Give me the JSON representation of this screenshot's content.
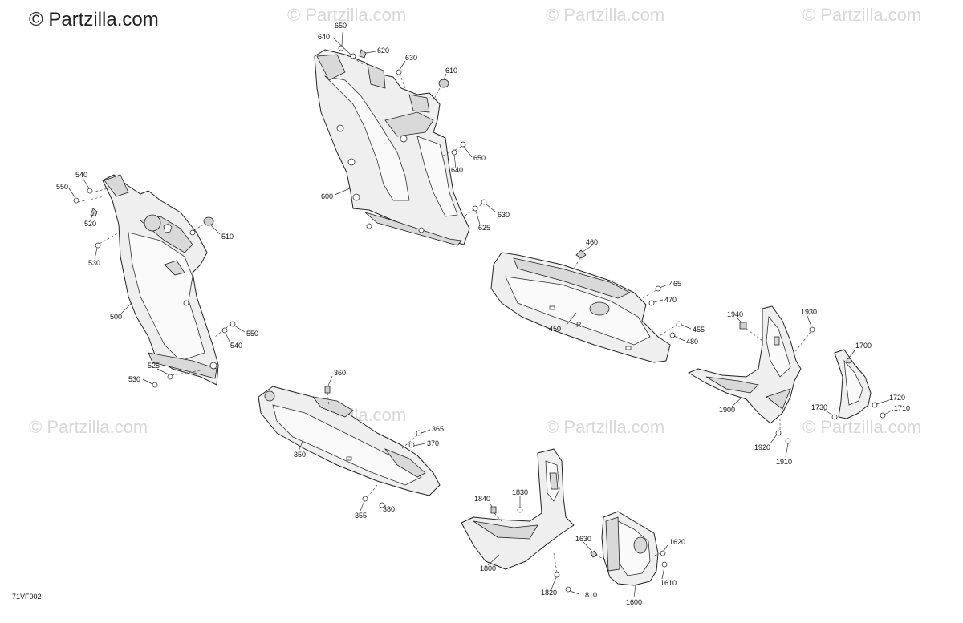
{
  "watermark": {
    "main": "© Partzilla.com",
    "faint": "© Partzilla.com"
  },
  "figure_code": "71VF002",
  "callouts": {
    "c650a": "650",
    "c640a": "640",
    "c620": "620",
    "c630a": "630",
    "c610": "610",
    "c650b": "650",
    "c640b": "640",
    "c600": "600",
    "c630b": "630",
    "c625": "625",
    "c540a": "540",
    "c550a": "550",
    "c520": "520",
    "c510": "510",
    "c530a": "530",
    "c500": "500",
    "c550b": "550",
    "c540b": "540",
    "c525": "525",
    "c530b": "530",
    "c460": "460",
    "c465": "465",
    "c470": "470",
    "c450": "450",
    "c455": "455",
    "c480": "480",
    "c1940": "1940",
    "c1930": "1930",
    "c1700": "1700",
    "c1900": "1900",
    "c1730": "1730",
    "c1720": "1720",
    "c1710": "1710",
    "c1920": "1920",
    "c1910": "1910",
    "c360": "360",
    "c365": "365",
    "c370": "370",
    "c350": "350",
    "c355": "355",
    "c380": "380",
    "c1840": "1840",
    "c1830": "1830",
    "c1800": "1800",
    "c1820": "1820",
    "c1810": "1810",
    "c1630": "1630",
    "c1620": "1620",
    "c1610": "1610",
    "c1600": "1600"
  }
}
